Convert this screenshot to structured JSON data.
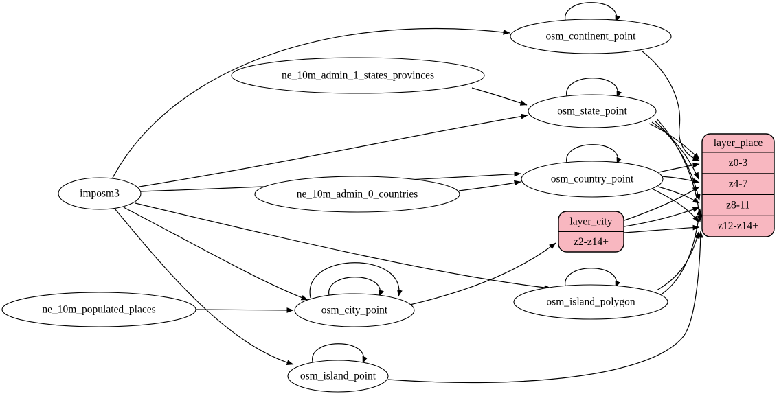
{
  "diagram": {
    "description": "ETL dependency graph for map place layer",
    "colors": {
      "record_fill": "#f8b7c0",
      "node_fill": "#ffffff",
      "stroke": "#000000",
      "background": "#ffffff"
    }
  },
  "chart_data": {
    "type": "graph",
    "nodes": [
      {
        "id": "imposm3",
        "label": "imposm3",
        "shape": "ellipse",
        "self_loops": 0
      },
      {
        "id": "ne_10m_admin_1_states_provinces",
        "label": "ne_10m_admin_1_states_provinces",
        "shape": "ellipse",
        "self_loops": 0
      },
      {
        "id": "ne_10m_admin_0_countries",
        "label": "ne_10m_admin_0_countries",
        "shape": "ellipse",
        "self_loops": 0
      },
      {
        "id": "ne_10m_populated_places",
        "label": "ne_10m_populated_places",
        "shape": "ellipse",
        "self_loops": 0
      },
      {
        "id": "osm_continent_point",
        "label": "osm_continent_point",
        "shape": "ellipse",
        "self_loops": 1
      },
      {
        "id": "osm_state_point",
        "label": "osm_state_point",
        "shape": "ellipse",
        "self_loops": 1
      },
      {
        "id": "osm_country_point",
        "label": "osm_country_point",
        "shape": "ellipse",
        "self_loops": 1
      },
      {
        "id": "osm_city_point",
        "label": "osm_city_point",
        "shape": "ellipse",
        "self_loops": 2
      },
      {
        "id": "osm_island_polygon",
        "label": "osm_island_polygon",
        "shape": "ellipse",
        "self_loops": 1
      },
      {
        "id": "osm_island_point",
        "label": "osm_island_point",
        "shape": "ellipse",
        "self_loops": 1
      },
      {
        "id": "layer_city",
        "label": "layer_city",
        "shape": "record",
        "rows": [
          "layer_city",
          "z2-z14+"
        ],
        "self_loops": 0
      },
      {
        "id": "layer_place",
        "label": "layer_place",
        "shape": "record",
        "rows": [
          "layer_place",
          "z0-3",
          "z4-7",
          "z8-11",
          "z12-z14+"
        ],
        "self_loops": 0
      }
    ],
    "edges": [
      {
        "from": "imposm3",
        "to": "osm_continent_point"
      },
      {
        "from": "imposm3",
        "to": "osm_state_point"
      },
      {
        "from": "imposm3",
        "to": "osm_country_point"
      },
      {
        "from": "imposm3",
        "to": "osm_city_point"
      },
      {
        "from": "imposm3",
        "to": "osm_island_polygon"
      },
      {
        "from": "imposm3",
        "to": "osm_island_point"
      },
      {
        "from": "ne_10m_admin_1_states_provinces",
        "to": "osm_state_point"
      },
      {
        "from": "ne_10m_admin_0_countries",
        "to": "osm_country_point"
      },
      {
        "from": "ne_10m_populated_places",
        "to": "osm_city_point"
      },
      {
        "from": "osm_continent_point",
        "to": "layer_place",
        "to_port": "z0-3"
      },
      {
        "from": "osm_state_point",
        "to": "layer_place",
        "to_port": "z0-3"
      },
      {
        "from": "osm_state_point",
        "to": "layer_place",
        "to_port": "z4-7"
      },
      {
        "from": "osm_state_point",
        "to": "layer_place",
        "to_port": "z8-11"
      },
      {
        "from": "osm_state_point",
        "to": "layer_place",
        "to_port": "z12-z14+"
      },
      {
        "from": "osm_country_point",
        "to": "layer_place",
        "to_port": "z0-3"
      },
      {
        "from": "osm_country_point",
        "to": "layer_place",
        "to_port": "z4-7"
      },
      {
        "from": "osm_country_point",
        "to": "layer_place",
        "to_port": "z8-11"
      },
      {
        "from": "osm_country_point",
        "to": "layer_place",
        "to_port": "z12-z14+"
      },
      {
        "from": "osm_city_point",
        "to": "layer_city",
        "to_port": "z2-z14+"
      },
      {
        "from": "layer_city",
        "to": "layer_place",
        "to_port": "z4-7"
      },
      {
        "from": "layer_city",
        "to": "layer_place",
        "to_port": "z8-11"
      },
      {
        "from": "layer_city",
        "to": "layer_place",
        "to_port": "z12-z14+"
      },
      {
        "from": "osm_island_polygon",
        "to": "layer_place",
        "to_port": "z8-11"
      },
      {
        "from": "osm_island_polygon",
        "to": "layer_place",
        "to_port": "z12-z14+"
      },
      {
        "from": "osm_island_point",
        "to": "layer_place",
        "to_port": "z12-z14+"
      }
    ]
  }
}
